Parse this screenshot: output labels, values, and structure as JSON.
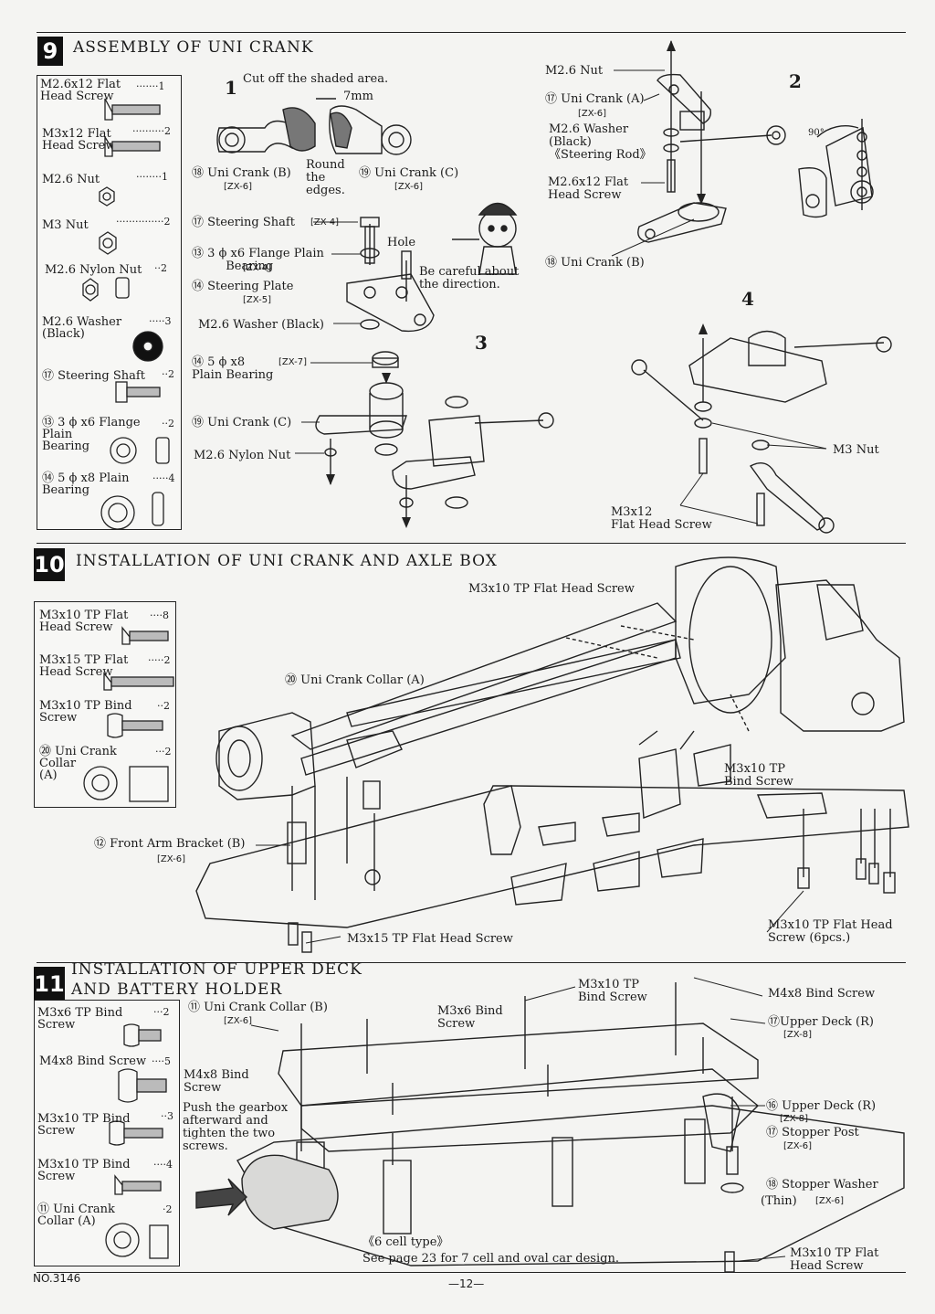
{
  "sections": {
    "s9": {
      "number": "9",
      "title": "ASSEMBLY OF UNI CRANK"
    },
    "s10": {
      "number": "10",
      "title": "INSTALLATION OF UNI CRANK AND AXLE BOX"
    },
    "s11": {
      "number": "11",
      "title_line1": "INSTALLATION OF UPPER DECK",
      "title_line2": "AND BATTERY HOLDER"
    }
  },
  "parts9": [
    {
      "name": "M2.6x12 Flat\nHead Screw",
      "qty": "1"
    },
    {
      "name": "M3x12 Flat\nHead Screw",
      "qty": "2"
    },
    {
      "name": "M2.6 Nut",
      "qty": "1"
    },
    {
      "name": "M3 Nut",
      "qty": "2"
    },
    {
      "name": "M2.6 Nylon Nut",
      "qty": "2"
    },
    {
      "name": "M2.6 Washer\n(Black)",
      "qty": "3"
    },
    {
      "name": "⑰ Steering Shaft",
      "qty": "2"
    },
    {
      "name": "⑬ 3 ϕ x6 Flange\nPlain\nBearing",
      "qty": "2"
    },
    {
      "name": "⑭ 5 ϕ x8 Plain\nBearing",
      "qty": "4"
    }
  ],
  "parts10": [
    {
      "name": "M3x10 TP Flat\nHead Screw",
      "qty": "8"
    },
    {
      "name": "M3x15 TP Flat\nHead Screw",
      "qty": "2"
    },
    {
      "name": "M3x10 TP Bind\nScrew",
      "qty": "2"
    },
    {
      "name": "⑳ Uni Crank\nCollar\n(A)",
      "qty": "2"
    }
  ],
  "parts11": [
    {
      "name": "M3x6 TP Bind\nScrew",
      "qty": "2"
    },
    {
      "name": "M4x8 Bind Screw",
      "qty": "5"
    },
    {
      "name": "M3x10 TP Bind\nScrew",
      "qty": "3"
    },
    {
      "name": "M3x10 TP Bind\nScrew",
      "qty": "4"
    },
    {
      "name": "⑪ Uni Crank\nCollar (A)",
      "qty": "2"
    }
  ],
  "steps": {
    "s1": "1",
    "s2": "2",
    "s3": "3",
    "s4": "4"
  },
  "labels9": {
    "cutoff": "Cut off the shaded area.",
    "mm7": "7mm",
    "round": "Round\nthe\nedges.",
    "uniB": "⑱ Uni Crank (B)",
    "uniB_code": "[ZX-6]",
    "uniC": "⑲ Uni Crank (C)",
    "uniC_code": "[ZX-6]",
    "steer": "⑰ Steering Shaft",
    "steer_code": "[ZX-4]",
    "flange": "⑬ 3 ϕ x6 Flange Plain\n         Bearing",
    "flange_code": "[ZX-4]",
    "plate": "⑭ Steering Plate",
    "plate_code": "[ZX-5]",
    "hole": "Hole",
    "careful": "Be careful about\nthe direction.",
    "washer": "M2.6 Washer (Black)",
    "plain": "⑭ 5 ϕ x8\nPlain Bearing",
    "plain_code": "[ZX-7]",
    "uniC2": "⑲ Uni Crank (C)",
    "nylon": "M2.6 Nylon Nut",
    "nut26": "M2.6 Nut",
    "uniA": "⑰ Uni Crank (A)",
    "uniA_code": "[ZX-6]",
    "washer2": "M2.6 Washer\n(Black)\n《Steering Rod》",
    "flat26": "M2.6x12 Flat\nHead Screw",
    "uniB2": "⑱ Uni Crank (B)",
    "deg": "90°",
    "m3nut": "M3 Nut",
    "m3x12": "M3x12\nFlat Head Screw"
  },
  "labels10": {
    "top": "M3x10 TP Flat Head Screw",
    "collar": "⑳ Uni Crank Collar (A)",
    "bind": "M3x10 TP\nBind Screw",
    "bracket": "⑫ Front Arm Bracket (B)",
    "bracket_code": "[ZX-6]",
    "m3x15": "M3x15 TP Flat Head Screw",
    "six": "M3x10 TP Flat Head\nScrew (6pcs.)"
  },
  "labels11": {
    "collarB": "⑪ Uni Crank Collar (B)",
    "collarB_code": "[ZX-6]",
    "m3x6": "M3x6 Bind\nScrew",
    "m3x10bind": "M3x10 TP\nBind Screw",
    "m4x8": "M4x8 Bind Screw",
    "deckR": "⑰Upper Deck (R)",
    "deckR_code": "[ZX-8]",
    "m4x8b": "M4x8 Bind\nScrew",
    "push": "Push the gearbox\nafterward and\ntighten the two\nscrews.",
    "deckR2": "⑯ Upper Deck (R)",
    "deckR2_code": "[ZX-8]",
    "stopper": "⑰ Stopper Post",
    "stopper_code": "[ZX-6]",
    "washer": "⑱ Stopper Washer",
    "thin": "(Thin)",
    "thin_code": "[ZX-6]",
    "cell": "《6 cell type》",
    "see": "See page 23 for 7 cell and oval car design.",
    "flat": "M3x10 TP Flat\nHead Screw"
  },
  "footer": {
    "code": "NO.3146",
    "page": "—12—"
  }
}
